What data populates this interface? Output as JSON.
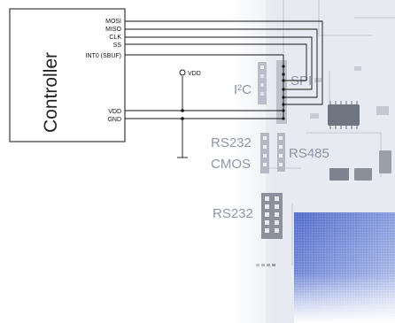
{
  "controller": {
    "title": "Controller",
    "pins": [
      "MOSI",
      "MISO",
      "CLK",
      "SS",
      "INT0 (SBUF)",
      "VDD",
      "GND"
    ]
  },
  "supply": {
    "label": "VDD"
  },
  "board": {
    "labels": {
      "i2c": "I²C",
      "spi": "SPI",
      "rs232_top": "RS232",
      "cmos": "CMOS",
      "rs485": "RS485",
      "rs232_bottom": "RS232"
    }
  },
  "colors": {
    "wire": "#111111",
    "board_text": "#8d96a8",
    "board_blue": "#4a64c8"
  }
}
